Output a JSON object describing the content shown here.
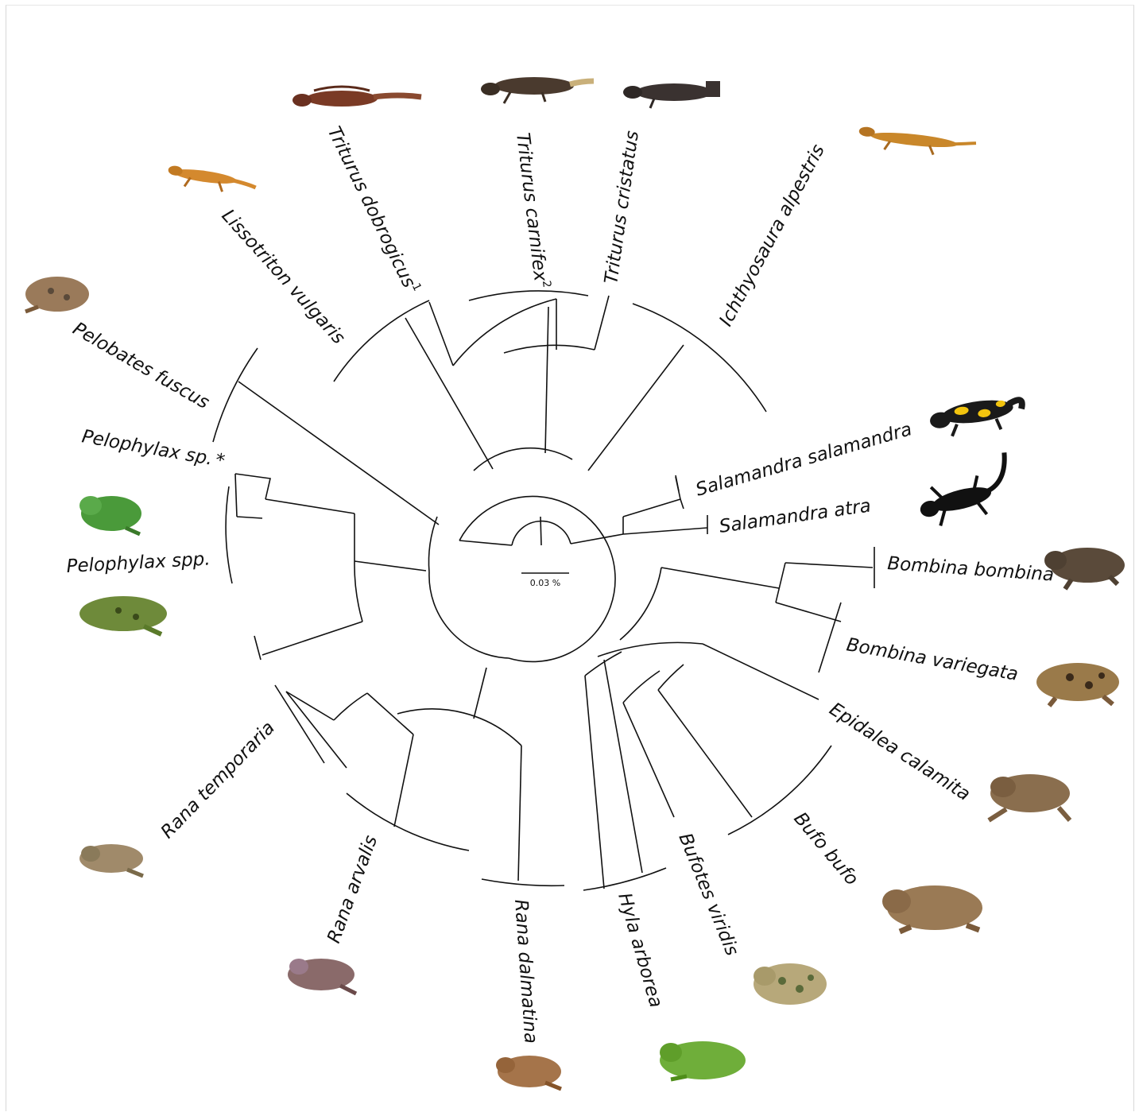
{
  "scale_bar": {
    "label": "0.03 %"
  },
  "taxa": [
    {
      "id": "lissotriton",
      "genus": "Lissotriton vulgaris",
      "suffix": "",
      "icon": "newt-icon",
      "color": "#d4892e"
    },
    {
      "id": "dobrogicus",
      "genus": "Triturus dobrogicus",
      "suffix": "1",
      "icon": "newt-icon",
      "color": "#7a3a25"
    },
    {
      "id": "carnifex",
      "genus": "Triturus carnifex",
      "suffix": "2",
      "icon": "newt-icon",
      "color": "#4a3a2e"
    },
    {
      "id": "cristatus",
      "genus": "Triturus cristatus",
      "suffix": "",
      "icon": "newt-icon",
      "color": "#3a3230"
    },
    {
      "id": "ichthyosaura",
      "genus": "Ichthyosaura alpestris",
      "suffix": "",
      "icon": "newt-icon",
      "color": "#c9872a"
    },
    {
      "id": "salamandra",
      "genus": "Salamandra salamandra",
      "suffix": "",
      "icon": "salamander-icon",
      "color": "#1a1a1a"
    },
    {
      "id": "atra",
      "genus": "Salamandra atra",
      "suffix": "",
      "icon": "salamander-silhouette-icon",
      "color": "#111111"
    },
    {
      "id": "bombina",
      "genus": "Bombina bombina",
      "suffix": "",
      "icon": "toad-icon",
      "color": "#5a4a3a"
    },
    {
      "id": "variegata",
      "genus": "Bombina variegata",
      "suffix": "",
      "icon": "toad-icon",
      "color": "#8a6a3a"
    },
    {
      "id": "epidalea",
      "genus": "Epidalea calamita",
      "suffix": "",
      "icon": "toad-icon",
      "color": "#8a6e4e"
    },
    {
      "id": "bufo",
      "genus": "Bufo bufo",
      "suffix": "",
      "icon": "toad-icon",
      "color": "#9a7a55"
    },
    {
      "id": "bufotes",
      "genus": "Bufotes viridis",
      "suffix": "",
      "icon": "toad-icon",
      "color": "#b7a87a"
    },
    {
      "id": "hyla",
      "genus": "Hyla arborea",
      "suffix": "",
      "icon": "treefrog-icon",
      "color": "#6fae3a"
    },
    {
      "id": "dalmatina",
      "genus": "Rana dalmatina",
      "suffix": "",
      "icon": "frog-icon",
      "color": "#a5744a"
    },
    {
      "id": "arvalis",
      "genus": "Rana arvalis",
      "suffix": "",
      "icon": "frog-icon",
      "color": "#8a6a6a"
    },
    {
      "id": "temporaria",
      "genus": "Rana temporaria",
      "suffix": "",
      "icon": "frog-icon",
      "color": "#a08a6a"
    },
    {
      "id": "pelophylax_spp",
      "genus": "Pelophylax spp.",
      "suffix": "",
      "icon": "frog-icon",
      "color": "#6e8a3a"
    },
    {
      "id": "pelophylax_sp",
      "genus": "Pelophylax sp.",
      "suffix": "*",
      "icon": "frog-icon",
      "color": "#4a9a3a"
    },
    {
      "id": "pelobates",
      "genus": "Pelobates fuscus",
      "suffix": "",
      "icon": "toad-icon",
      "color": "#9a7a5a"
    }
  ]
}
